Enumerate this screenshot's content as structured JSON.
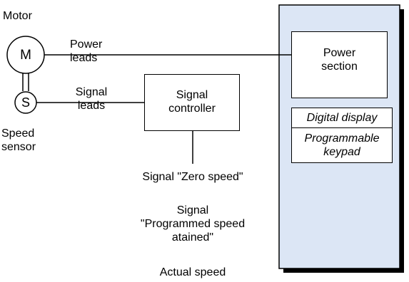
{
  "motor": {
    "title": "Motor",
    "symbol": "M",
    "power_leads_label": "Power\nleads"
  },
  "sensor": {
    "symbol": "S",
    "label": "Speed\nsensor",
    "signal_leads_label": "Signal\nleads"
  },
  "controller": {
    "label": "Signal\ncontroller"
  },
  "outputs": {
    "zero_speed": "Signal \"Zero speed\"",
    "programmed_speed": "Signal\n\"Programmed speed\natained\"",
    "actual_speed": "Actual speed"
  },
  "drive": {
    "power_section": "Power\nsection",
    "digital_display": "Digital display",
    "keypad": "Programmable\nkeypad"
  },
  "colors": {
    "drive_fill": "#dce6f5",
    "shadow": "#000000",
    "line": "#000000"
  }
}
